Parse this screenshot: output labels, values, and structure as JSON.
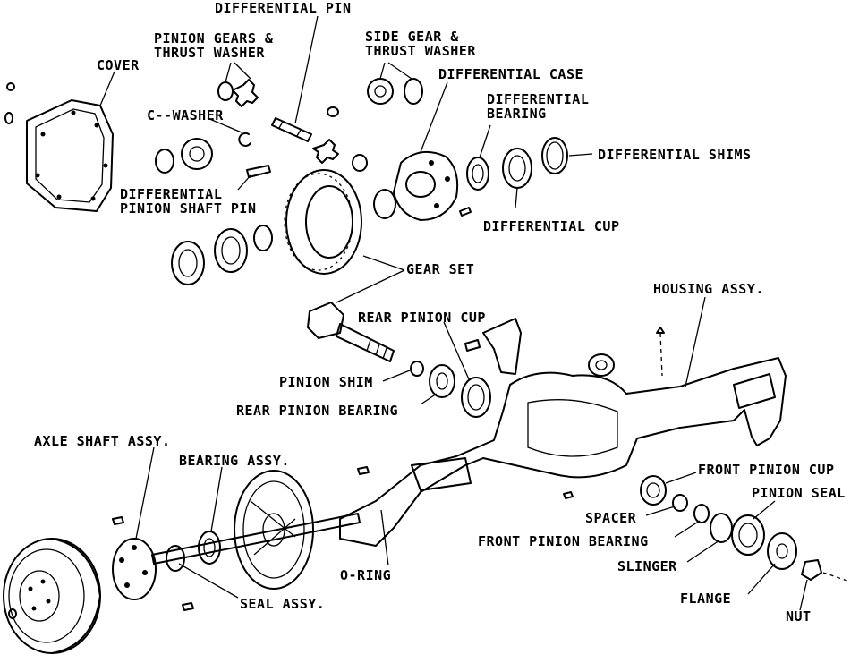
{
  "labels": {
    "differential_pin": "DIFFERENTIAL PIN",
    "pinion_gears_1": "PINION GEARS &",
    "pinion_gears_2": "THRUST WASHER",
    "side_gear_1": "SIDE GEAR &",
    "side_gear_2": "THRUST WASHER",
    "cover": "COVER",
    "differential_case": "DIFFERENTIAL CASE",
    "differential_bearing_1": "DIFFERENTIAL",
    "differential_bearing_2": "BEARING",
    "c_washer": "C--WASHER",
    "differential_shims": "DIFFERENTIAL SHIMS",
    "diff_pinion_shaft_pin_1": "DIFFERENTIAL",
    "diff_pinion_shaft_pin_2": "PINION SHAFT PIN",
    "differential_cup": "DIFFERENTIAL CUP",
    "gear_set": "GEAR SET",
    "housing_assy": "HOUSING ASSY.",
    "rear_pinion_cup": "REAR PINION CUP",
    "pinion_shim": "PINION SHIM",
    "rear_pinion_bearing": "REAR PINION BEARING",
    "axle_shaft_assy": "AXLE SHAFT ASSY.",
    "bearing_assy": "BEARING ASSY.",
    "front_pinion_cup": "FRONT PINION CUP",
    "pinion_seal": "PINION SEAL",
    "spacer": "SPACER",
    "front_pinion_bearing": "FRONT PINION BEARING",
    "slinger": "SLINGER",
    "o_ring": "O-RING",
    "flange": "FLANGE",
    "seal_assy": "SEAL ASSY.",
    "nut": "NUT"
  }
}
